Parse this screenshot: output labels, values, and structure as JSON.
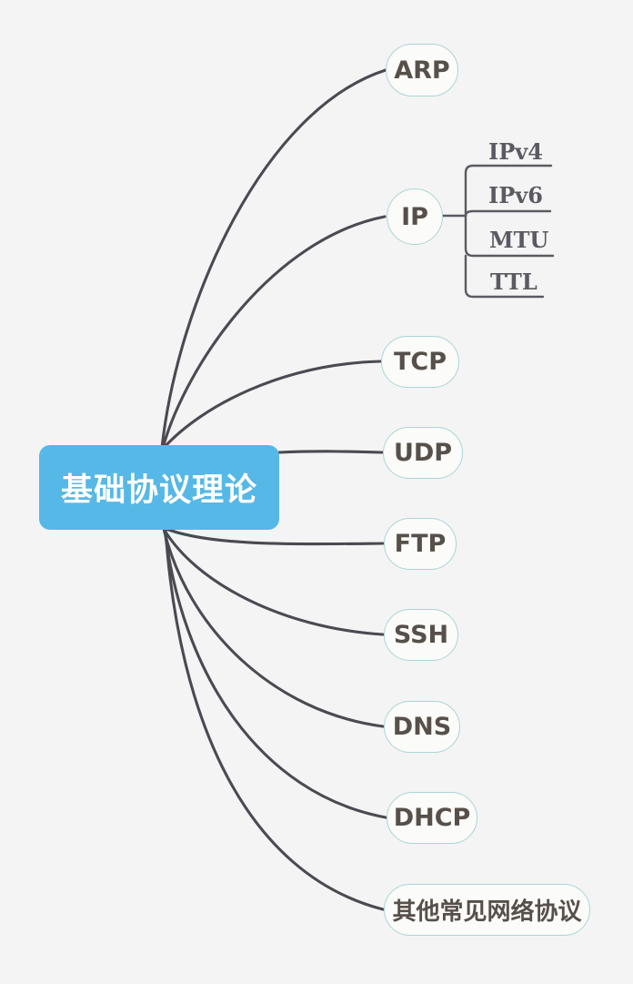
{
  "diagram": {
    "type": "mind-map",
    "title": "基础协议理论",
    "background_color": "#f4f4f4",
    "root": {
      "label": "基础协议理论",
      "fill_color": "#56b8e6",
      "text_color": "#ffffff",
      "shape": "rounded-rectangle"
    },
    "node_style": {
      "fill_color": "#fbfbf9",
      "border_color": "#a9d6d6",
      "text_color": "#57504a",
      "edge_color": "#4a4a52"
    },
    "branches": [
      {
        "label": "ARP",
        "shape": "pill",
        "cjk": false
      },
      {
        "label": "IP",
        "shape": "circle",
        "cjk": false
      },
      {
        "label": "TCP",
        "shape": "pill",
        "cjk": false
      },
      {
        "label": "UDP",
        "shape": "pill",
        "cjk": false
      },
      {
        "label": "FTP",
        "shape": "pill",
        "cjk": false
      },
      {
        "label": "SSH",
        "shape": "pill",
        "cjk": false
      },
      {
        "label": "DNS",
        "shape": "pill",
        "cjk": false
      },
      {
        "label": "DHCP",
        "shape": "pill",
        "cjk": false
      },
      {
        "label": "其他常见网络协议",
        "shape": "pill",
        "cjk": true
      }
    ],
    "ip_sub_branches": [
      {
        "label": "IPv4"
      },
      {
        "label": "IPv6"
      },
      {
        "label": "MTU"
      },
      {
        "label": "TTL"
      }
    ]
  }
}
